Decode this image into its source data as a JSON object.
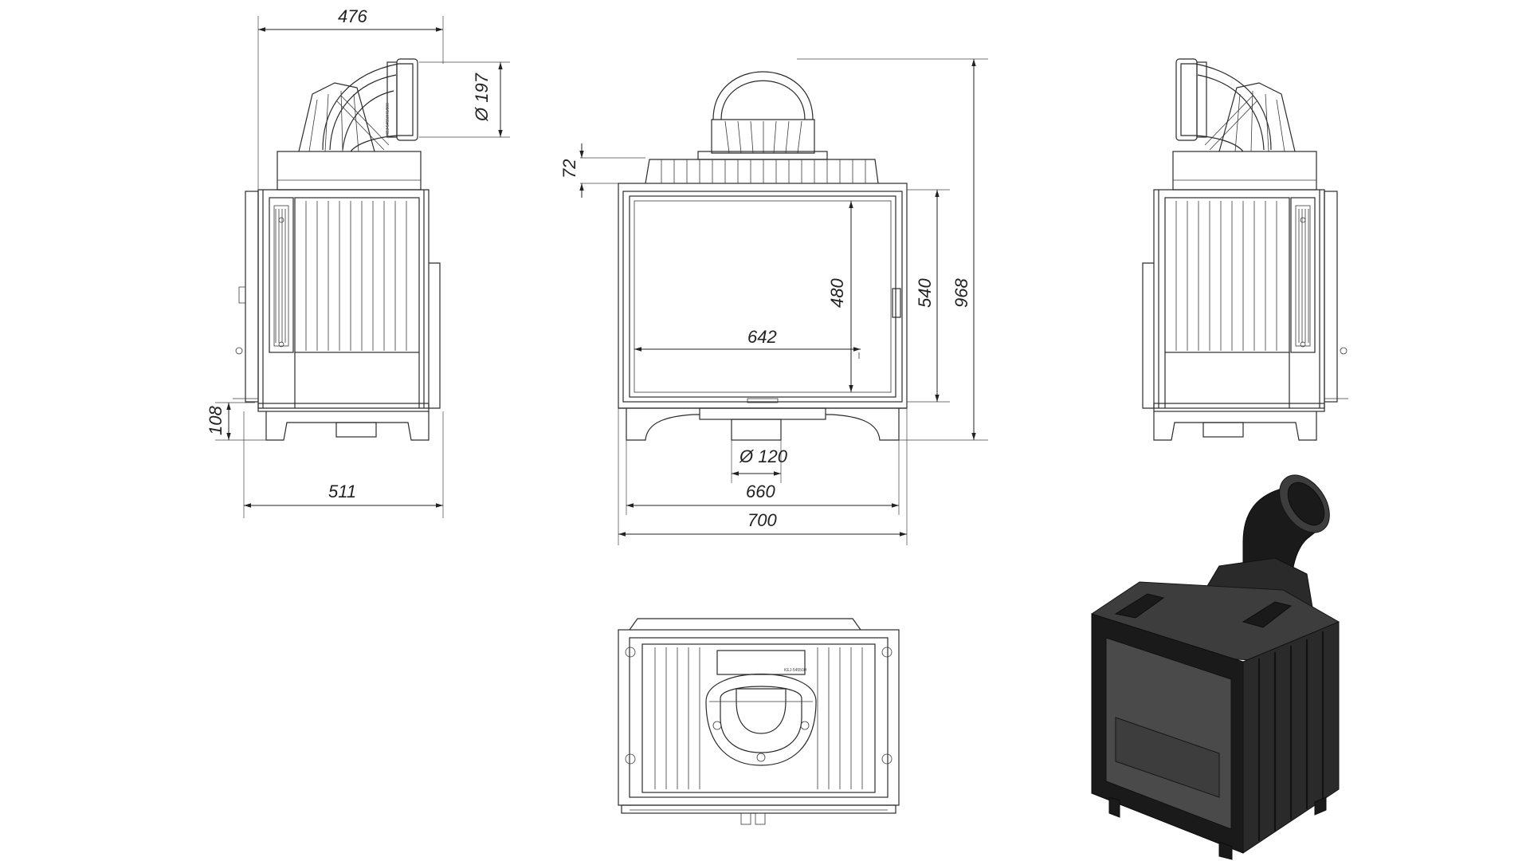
{
  "dimensions": {
    "side_depth_top": "476",
    "flue_outlet_dia": "Ø 197",
    "leg_height": "108",
    "side_depth_bottom": "511",
    "top_offset": "72",
    "glass_width": "642",
    "glass_height": "480",
    "door_height": "540",
    "total_height": "968",
    "air_inlet_dia": "Ø 120",
    "leg_span": "660",
    "total_width": "700"
  },
  "plate_text": "KEJ-54550H1/800",
  "plate_text_2": "KEJ-54550H"
}
